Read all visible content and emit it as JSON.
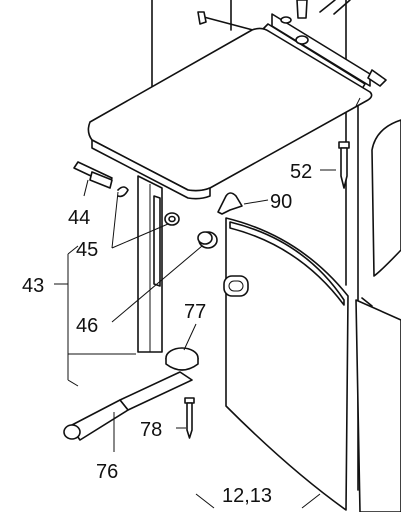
{
  "diagram": {
    "callouts": {
      "c43": "43",
      "c44": "44",
      "c45": "45",
      "c46": "46",
      "c52": "52",
      "c76": "76",
      "c77": "77",
      "c78": "78",
      "c90": "90",
      "c1213": "12,13"
    }
  }
}
